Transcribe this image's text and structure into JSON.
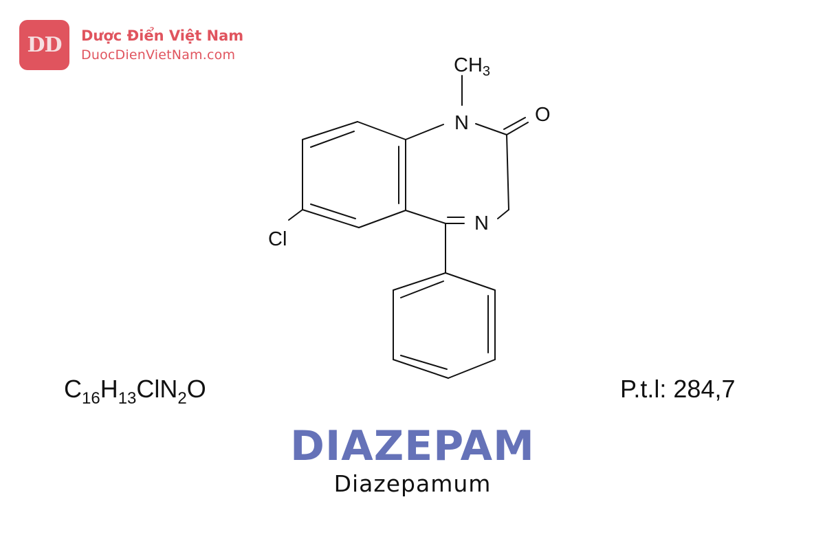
{
  "brand": {
    "logo_initials": "DD",
    "name": "Dược Điển Việt Nam",
    "url": "DuocDienVietNam.com",
    "color": "#e0545e"
  },
  "structure": {
    "atom_labels": {
      "methyl": "CH",
      "methyl_sub": "3",
      "n1": "N",
      "oxygen": "O",
      "n4": "N",
      "chlorine": "Cl"
    }
  },
  "formula": {
    "parts": [
      {
        "el": "C",
        "sub": "16"
      },
      {
        "el": "H",
        "sub": "13"
      },
      {
        "el": "ClN",
        "sub": "2"
      },
      {
        "el": "O",
        "sub": ""
      }
    ]
  },
  "molecular_weight": {
    "label": "P.t.l:",
    "value": "284,7"
  },
  "compound": {
    "name": "DIAZEPAM",
    "latin_name": "Diazepamum",
    "title_color": "#6572b8"
  }
}
